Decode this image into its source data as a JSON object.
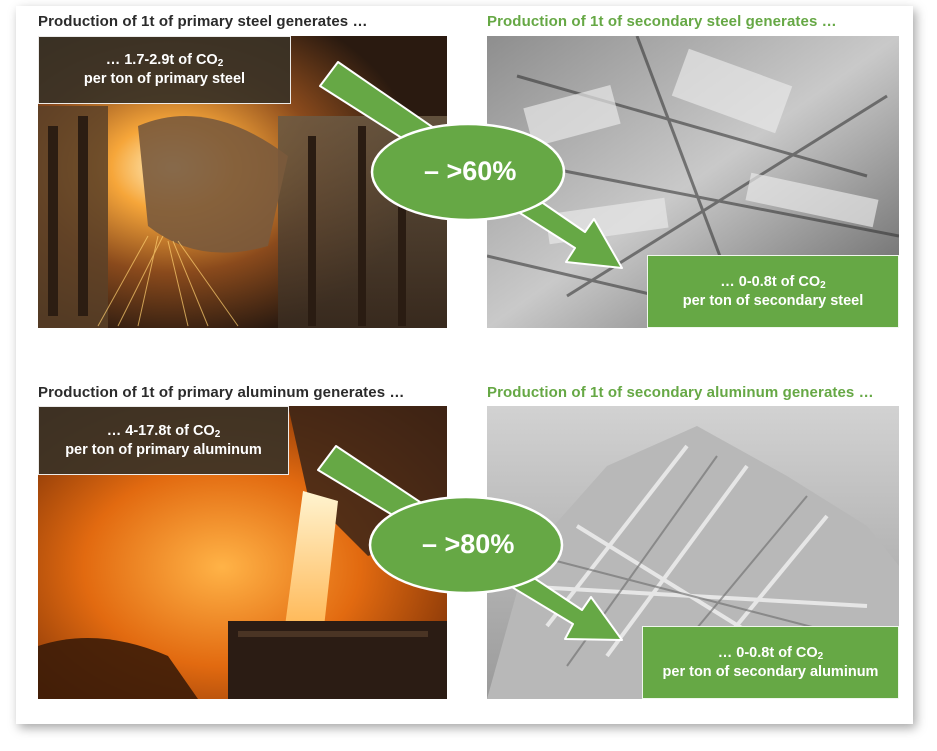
{
  "sections": [
    {
      "primary_heading": "Production of 1t of primary steel generates …",
      "primary_amount": "… 1.7-2.9t of CO",
      "primary_unit": "per ton of primary steel",
      "secondary_heading": "Production of 1t of secondary steel generates …",
      "secondary_amount": "… 0-0.8t of CO",
      "secondary_unit": "per ton of secondary steel",
      "reduction": "– >60%"
    },
    {
      "primary_heading": "Production of 1t of primary aluminum generates …",
      "primary_amount": "… 4-17.8t of CO",
      "primary_unit": "per ton of primary aluminum",
      "secondary_heading": "Production of 1t of secondary aluminum generates …",
      "secondary_amount": "… 0-0.8t of CO",
      "secondary_unit": "per ton of secondary aluminum",
      "reduction": "– >80%"
    }
  ],
  "subscript": "2",
  "colors": {
    "accent_green": "#66a845",
    "dark_text": "#2b2b2b",
    "dark_label": "#3a3226"
  }
}
